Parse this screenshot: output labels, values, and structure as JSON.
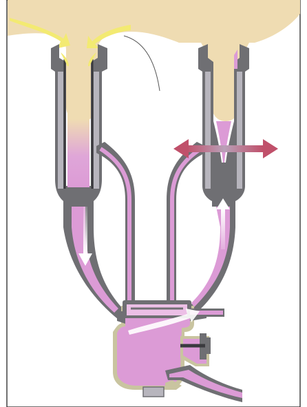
{
  "diagram": {
    "colors": {
      "background": "#ffffff",
      "udder": "#efdcb2",
      "milk_flow": "#f3ea72",
      "pink_milk": "#dc9bd6",
      "pink_light": "#ecbfe6",
      "liner": "#6f6f73",
      "liner_dark": "#3a3a3e",
      "shell_light": "#b7b5bd",
      "claw_outline": "#c9c4a0",
      "pulsation_arrow": "#c0506a",
      "flow_arrow": "#ffffff"
    },
    "components": [
      "udder",
      "left-teat-cup-milking-phase",
      "right-teat-cup-rest-phase",
      "short-milk-tubes",
      "short-pulse-tubes",
      "milk-claw",
      "long-milk-tube",
      "pulsation-arrow",
      "milk-flow-arrows"
    ]
  }
}
